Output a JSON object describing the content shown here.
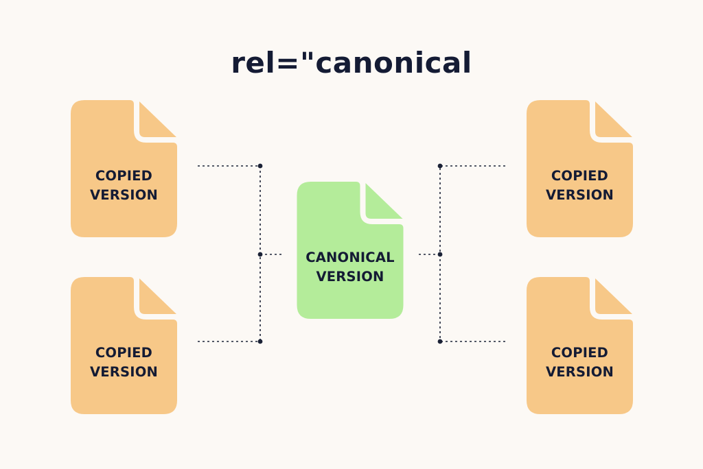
{
  "title": "rel=\"canonical",
  "colors": {
    "background": "#fcf9f5",
    "copied_fill": "#f7c888",
    "canonical_fill": "#b4ec9a",
    "text": "#141b34",
    "connector": "#1b2236"
  },
  "documents": {
    "top_left": {
      "line1": "COPIED",
      "line2": "VERSION",
      "icon": "document-icon"
    },
    "bottom_left": {
      "line1": "COPIED",
      "line2": "VERSION",
      "icon": "document-icon"
    },
    "top_right": {
      "line1": "COPIED",
      "line2": "VERSION",
      "icon": "document-icon"
    },
    "bottom_right": {
      "line1": "COPIED",
      "line2": "VERSION",
      "icon": "document-icon"
    },
    "center": {
      "line1": "CANONICAL",
      "line2": "VERSION",
      "icon": "document-icon"
    }
  }
}
